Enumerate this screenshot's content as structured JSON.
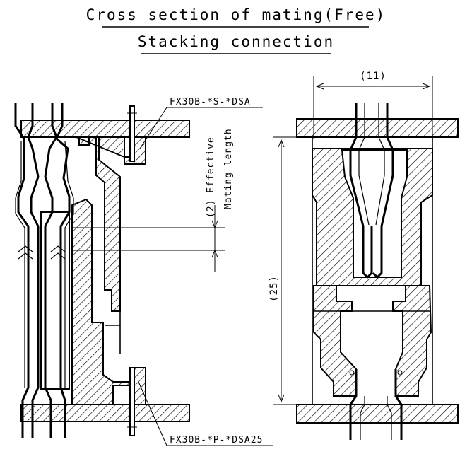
{
  "title": {
    "line1": "Cross section of mating(Free)",
    "line2": "Stacking connection"
  },
  "labels": {
    "top_part": "FX30B-*S-*DSA",
    "bottom_part": "FX30B-*P-*DSA25",
    "effective_line1": "(2) Effective",
    "effective_line2": "Mating length"
  },
  "dimensions": {
    "width": "(11)",
    "height": "(25)"
  }
}
